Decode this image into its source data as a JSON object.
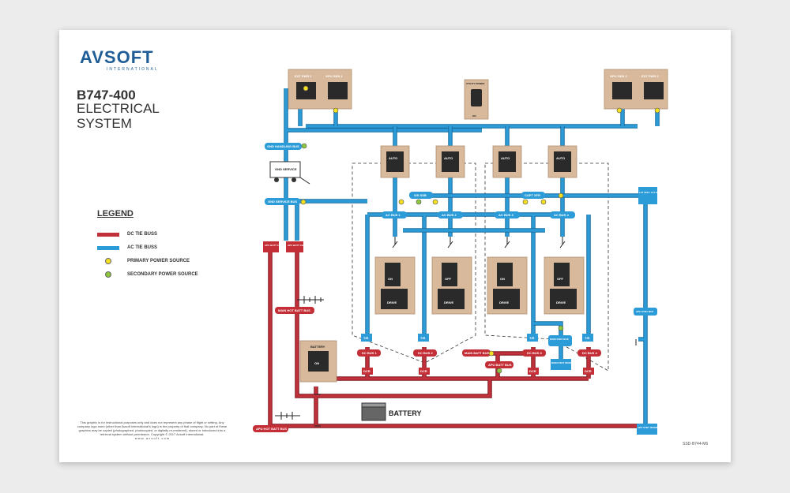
{
  "brand": {
    "name": "AVSOFT",
    "sub": "INTERNATIONAL"
  },
  "title": {
    "model": "B747-400",
    "line1": "ELECTRICAL",
    "line2": "SYSTEM"
  },
  "legend": {
    "heading": "LEGEND",
    "items": [
      {
        "label": "DC TIE BUSS",
        "color": "#c0313b"
      },
      {
        "label": "AC TIE BUSS",
        "color": "#2c9cd8"
      },
      {
        "label": "PRIMARY POWER SOURCE",
        "color": "#f5e020"
      },
      {
        "label": "SECONDARY POWER SOURCE",
        "color": "#8cc63f"
      }
    ]
  },
  "diagram": {
    "panel_left": {
      "left": "EXT PWR 1",
      "right": "APU GEN 1"
    },
    "panel_right": {
      "left": "APU GEN 2",
      "right": "EXT PWR 2"
    },
    "center_switch": {
      "label": "UTILITY POWER",
      "state": "ON"
    },
    "ac_colors": {
      "ac": "#2c9cd8",
      "dc": "#c0313b",
      "panel": "#d9b99b",
      "bus_red": "#c42e36"
    },
    "gen_control": [
      "AUTO",
      "AUTO",
      "AUTO",
      "AUTO"
    ],
    "ac_buses": [
      "AC BUS 1",
      "AC BUS 2",
      "AC BUS 3",
      "AC BUS 4"
    ],
    "ssb": "S/S SSB",
    "capt_xfr": "CAPT XFR",
    "dc_buses": [
      "DC BUS 1",
      "DC BUS 2",
      "DC BUS 3",
      "DC BUS 4"
    ],
    "tr_label": "T/R",
    "dcr_label": "DCR",
    "idg_panels": [
      "ON",
      "OFF",
      "ON",
      "OFF"
    ],
    "idg_drive": [
      "DRIVE",
      "DRIVE",
      "DRIVE",
      "DRIVE"
    ],
    "gnd_handling_bus": "GND HANDLING BUS",
    "gnd_service_cart": "GND SERVICE",
    "gnd_service_bus": "GND SERVICE BUS",
    "apu_batt_charger_left": "APU BATT CHGR",
    "apu_batt_charger_right": "APU BATT CHGR",
    "main_hot_batt_bus": "MAIN HOT BATT BUS",
    "apu_hot_batt_bus": "APU HOT BATT BUS",
    "battery_panel_label": "BATTERY",
    "battery_panel_switch": "ON",
    "battery_label": "BATTERY",
    "main_batt_bus": "MAIN BATT BUS",
    "apu_batt_bus": "APU BATT BUS",
    "main_stby_bus": "MAIN STBY BUS",
    "main_stby_inverter": "MAIN STBY INVERTER",
    "apu_stby_bus": "APU STBY BUS",
    "apu_stby_inverter": "APU STBY INVERTER",
    "lft_xfr": "LFT XFR / LFT A/C / LFT INC"
  },
  "disclaimer": "This graphic is for instructional purposes only and does not represent any phase of flight or setting. Any company logo used (other than Avsoft International's logo) is the property of that company. No part of these graphics may be copied (photographed, photocopied, or digitally re-rendered), stored or introduced into a retrieval system without permission. Copyright © 2017 Avsoft International.",
  "website": "w w w . a v s o f t . c o m",
  "doc_code": "SSD-B744-M6"
}
